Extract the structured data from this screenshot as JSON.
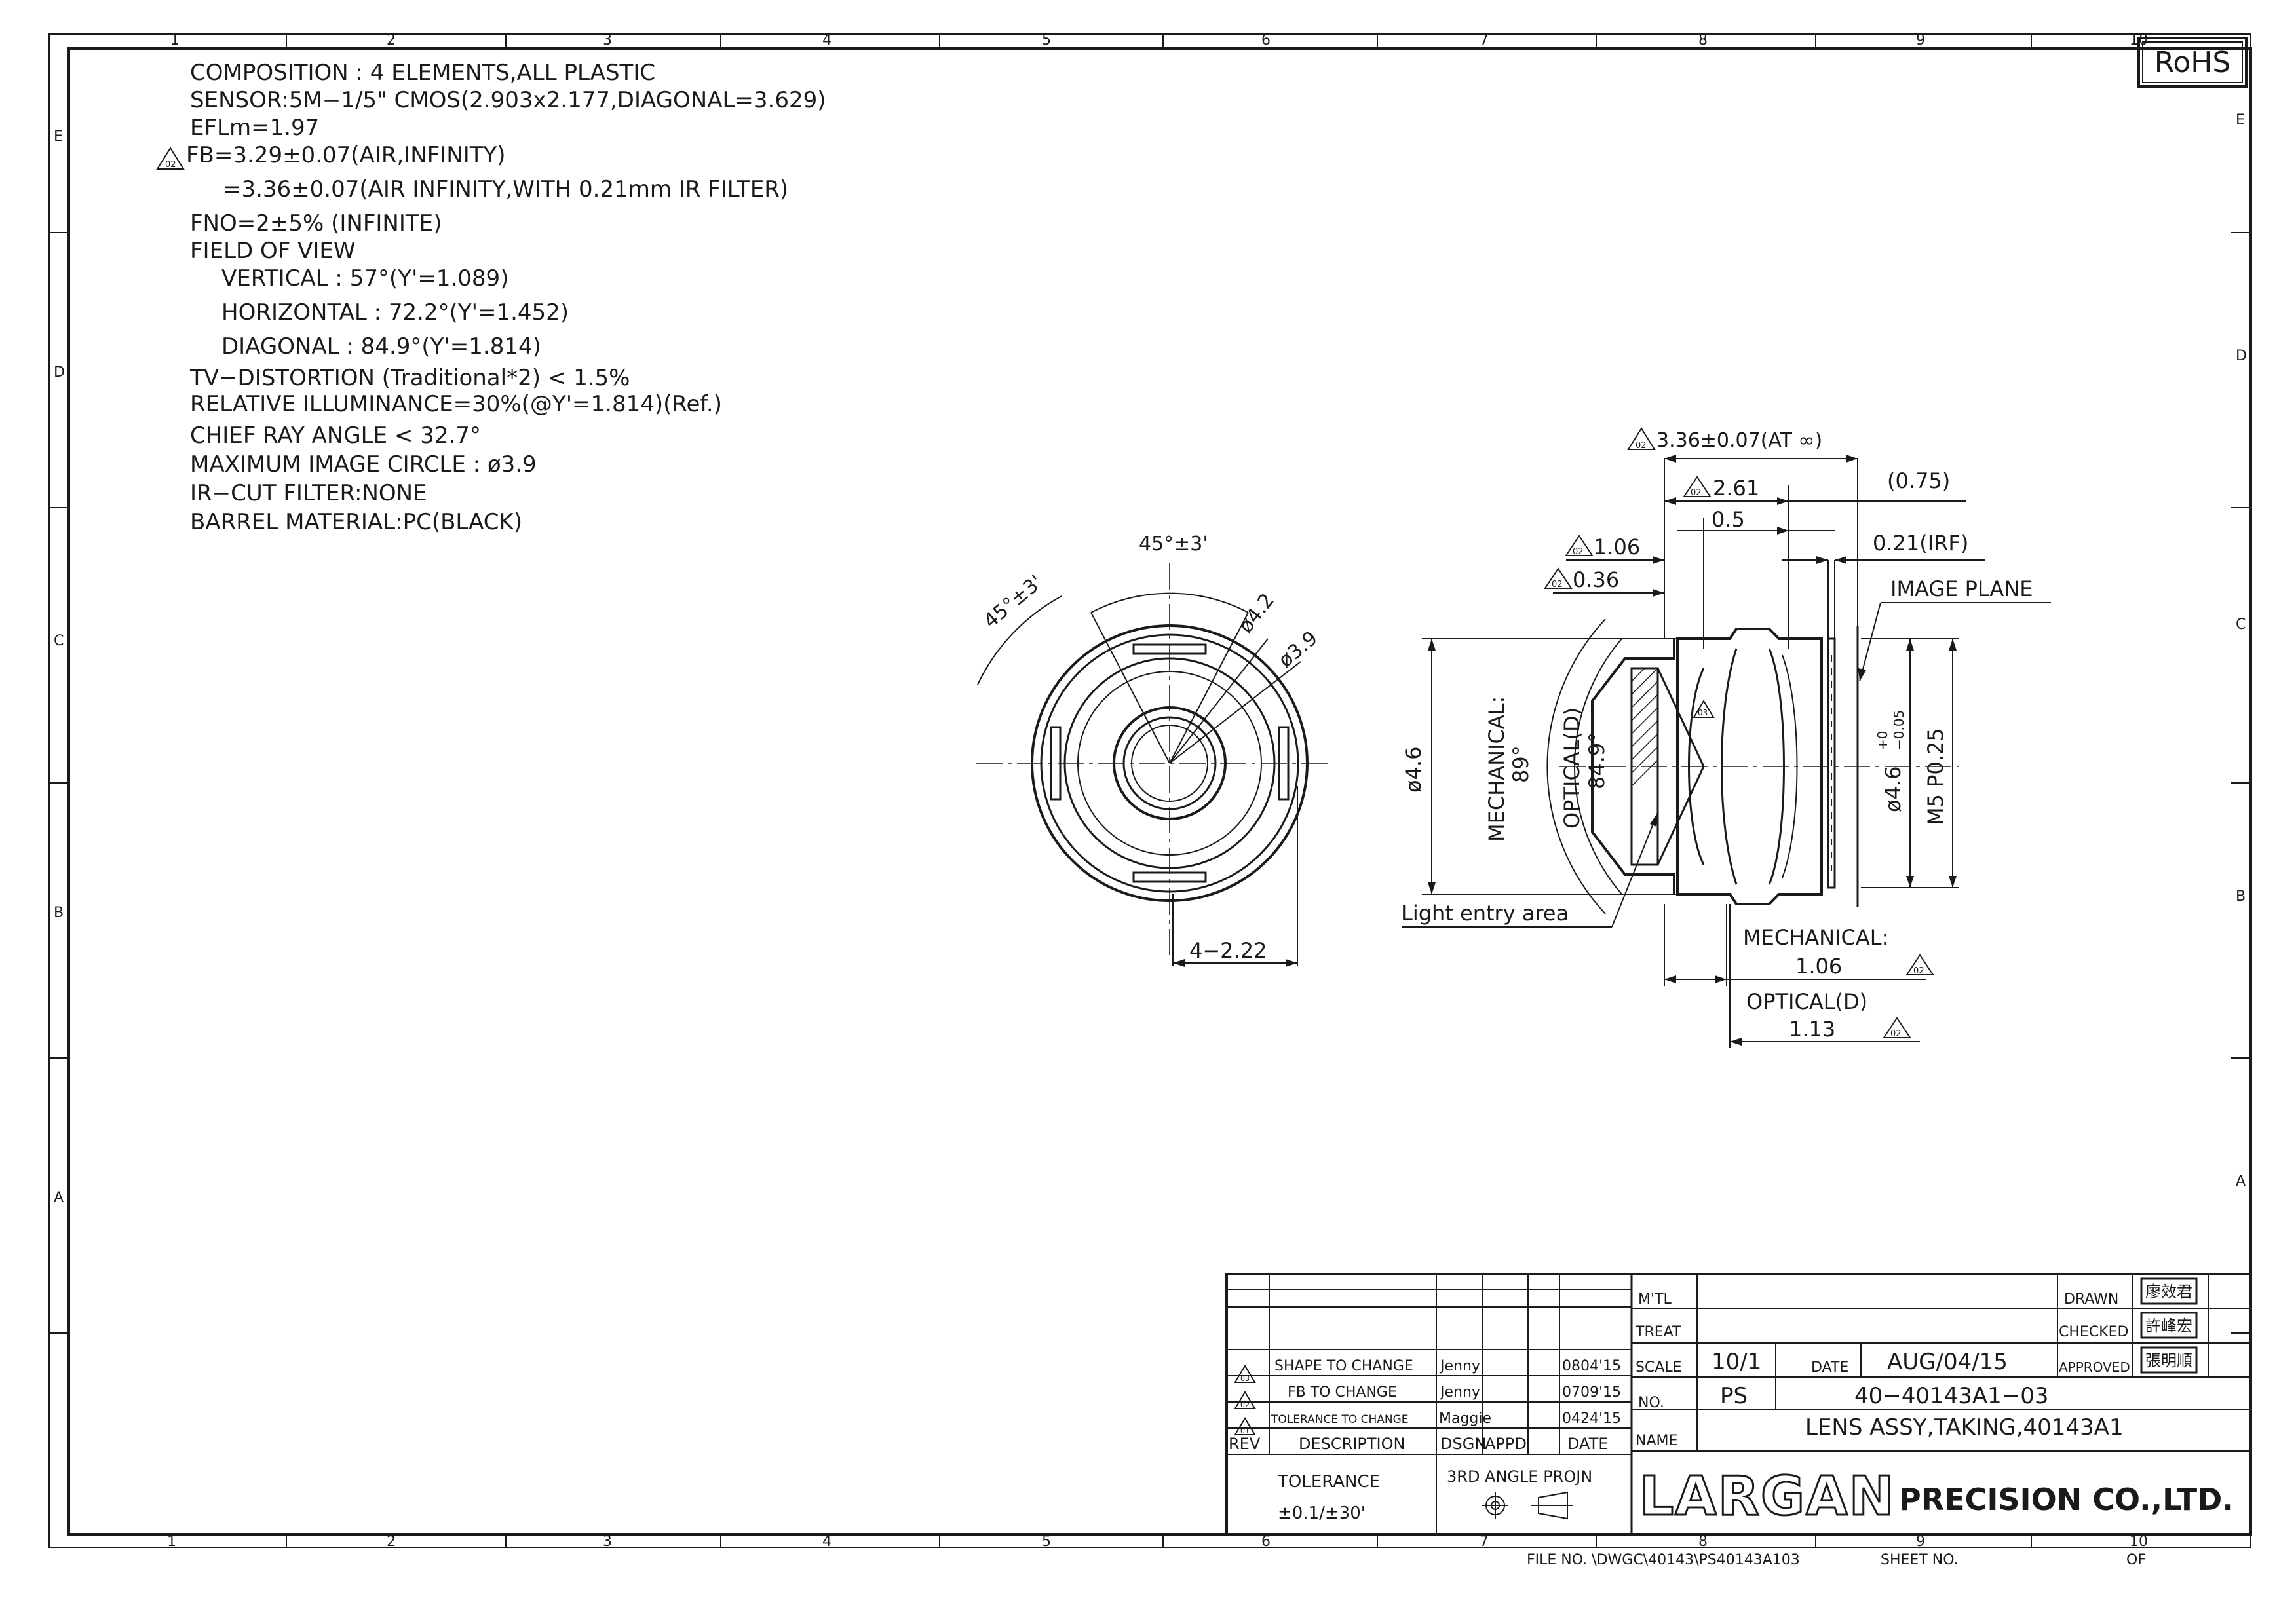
{
  "badge": "RoHS",
  "zones": {
    "columns": [
      "1",
      "2",
      "3",
      "4",
      "5",
      "6",
      "7",
      "8",
      "9",
      "10"
    ],
    "rows": [
      "E",
      "D",
      "C",
      "B",
      "A"
    ]
  },
  "notes": [
    "COMPOSITION : 4  ELEMENTS,ALL  PLASTIC",
    "SENSOR:5M−1/5\"  CMOS(2.903x2.177,DIAGONAL=3.629)",
    "EFLm=1.97",
    "FB=3.29±0.07(AIR,INFINITY)",
    "=3.36±0.07(AIR  INFINITY,WITH  0.21mm  IR  FILTER)",
    "FNO=2±5%  (INFINITE)",
    "FIELD  OF  VIEW",
    "VERTICAL : 57°(Y'=1.089)",
    "HORIZONTAL : 72.2°(Y'=1.452)",
    "DIAGONAL : 84.9°(Y'=1.814)",
    "TV−DISTORTION  (Traditional*2)  <  1.5%",
    "RELATIVE  ILLUMINANCE=30%(@Y'=1.814)(Ref.)",
    "CHIEF  RAY  ANGLE  <  32.7°",
    "MAXIMUM  IMAGE  CIRCLE : ø3.9",
    "IR−CUT  FILTER:NONE",
    "BARREL  MATERIAL:PC(BLACK)"
  ],
  "front_view": {
    "angle_top": "45°±3'",
    "angle_left": "45°±3'",
    "dia_42": "ø4.2",
    "dia_39": "ø3.9",
    "flats": "4−2.22"
  },
  "side_view": {
    "overall": "3.36±0.07(AT  ∞)",
    "d261": "2.61",
    "d075": "(0.75)",
    "d05": "0.5",
    "d106": "1.06",
    "d021": "0.21(IRF)",
    "d036": "0.36",
    "image_plane": "IMAGE  PLANE",
    "dia46": "ø4.6",
    "mech_label": "MECHANICAL:",
    "mech_angle": "89°",
    "opt_label": "OPTICAL(D)",
    "opt_angle": "84.9°",
    "dia46_tol": "ø4.6",
    "tol_plus": "+0",
    "tol_minus": "−0.05",
    "thread": "M5  P0.25",
    "light_entry": "Light  entry  area",
    "mech_bottom_label": "MECHANICAL:",
    "mech_bottom_val": "1.06",
    "opt_bottom_label": "OPTICAL(D)",
    "opt_bottom_val": "1.13"
  },
  "rev_symbols": [
    "03",
    "02",
    "01"
  ],
  "title_block": {
    "mtl_label": "M'TL",
    "treat_label": "TREAT",
    "scale_label": "SCALE",
    "scale": "10/1",
    "date_label": "DATE",
    "date": "AUG/04/15",
    "no_label": "NO.",
    "material": "PS",
    "part_no": "40−40143A1−03",
    "name_label": "NAME",
    "name": "LENS  ASSY,TAKING,40143A1",
    "drawn_label": "DRAWN",
    "checked_label": "CHECKED",
    "approved_label": "APPROVED",
    "sig_drawn": "廖效君",
    "sig_checked": "許峰宏",
    "sig_approved": "張明順",
    "revisions": [
      {
        "rev": "03",
        "desc": "SHAPE  TO  CHANGE",
        "dsgn": "Jenny",
        "date": "0804'15"
      },
      {
        "rev": "02",
        "desc": "FB  TO  CHANGE",
        "dsgn": "Jenny",
        "date": "0709'15"
      },
      {
        "rev": "01",
        "desc": "TOLERANCE  TO  CHANGE",
        "dsgn": "Maggie",
        "date": "0424'15"
      }
    ],
    "hdr_rev": "REV",
    "hdr_desc": "DESCRIPTION",
    "hdr_dsgn": "DSGN",
    "hdr_appd": "APPD",
    "hdr_date": "DATE",
    "tolerance_label": "TOLERANCE",
    "tolerance": "±0.1/±30'",
    "projection": "3RD  ANGLE  PROJN",
    "company_logo": "LARGAN",
    "company_rest": "PRECISION CO.,LTD."
  },
  "footer": {
    "file_no": "FILE  NO. \\DWGC\\40143\\PS40143A103",
    "sheet_no": "SHEET  NO.",
    "of": "OF"
  }
}
